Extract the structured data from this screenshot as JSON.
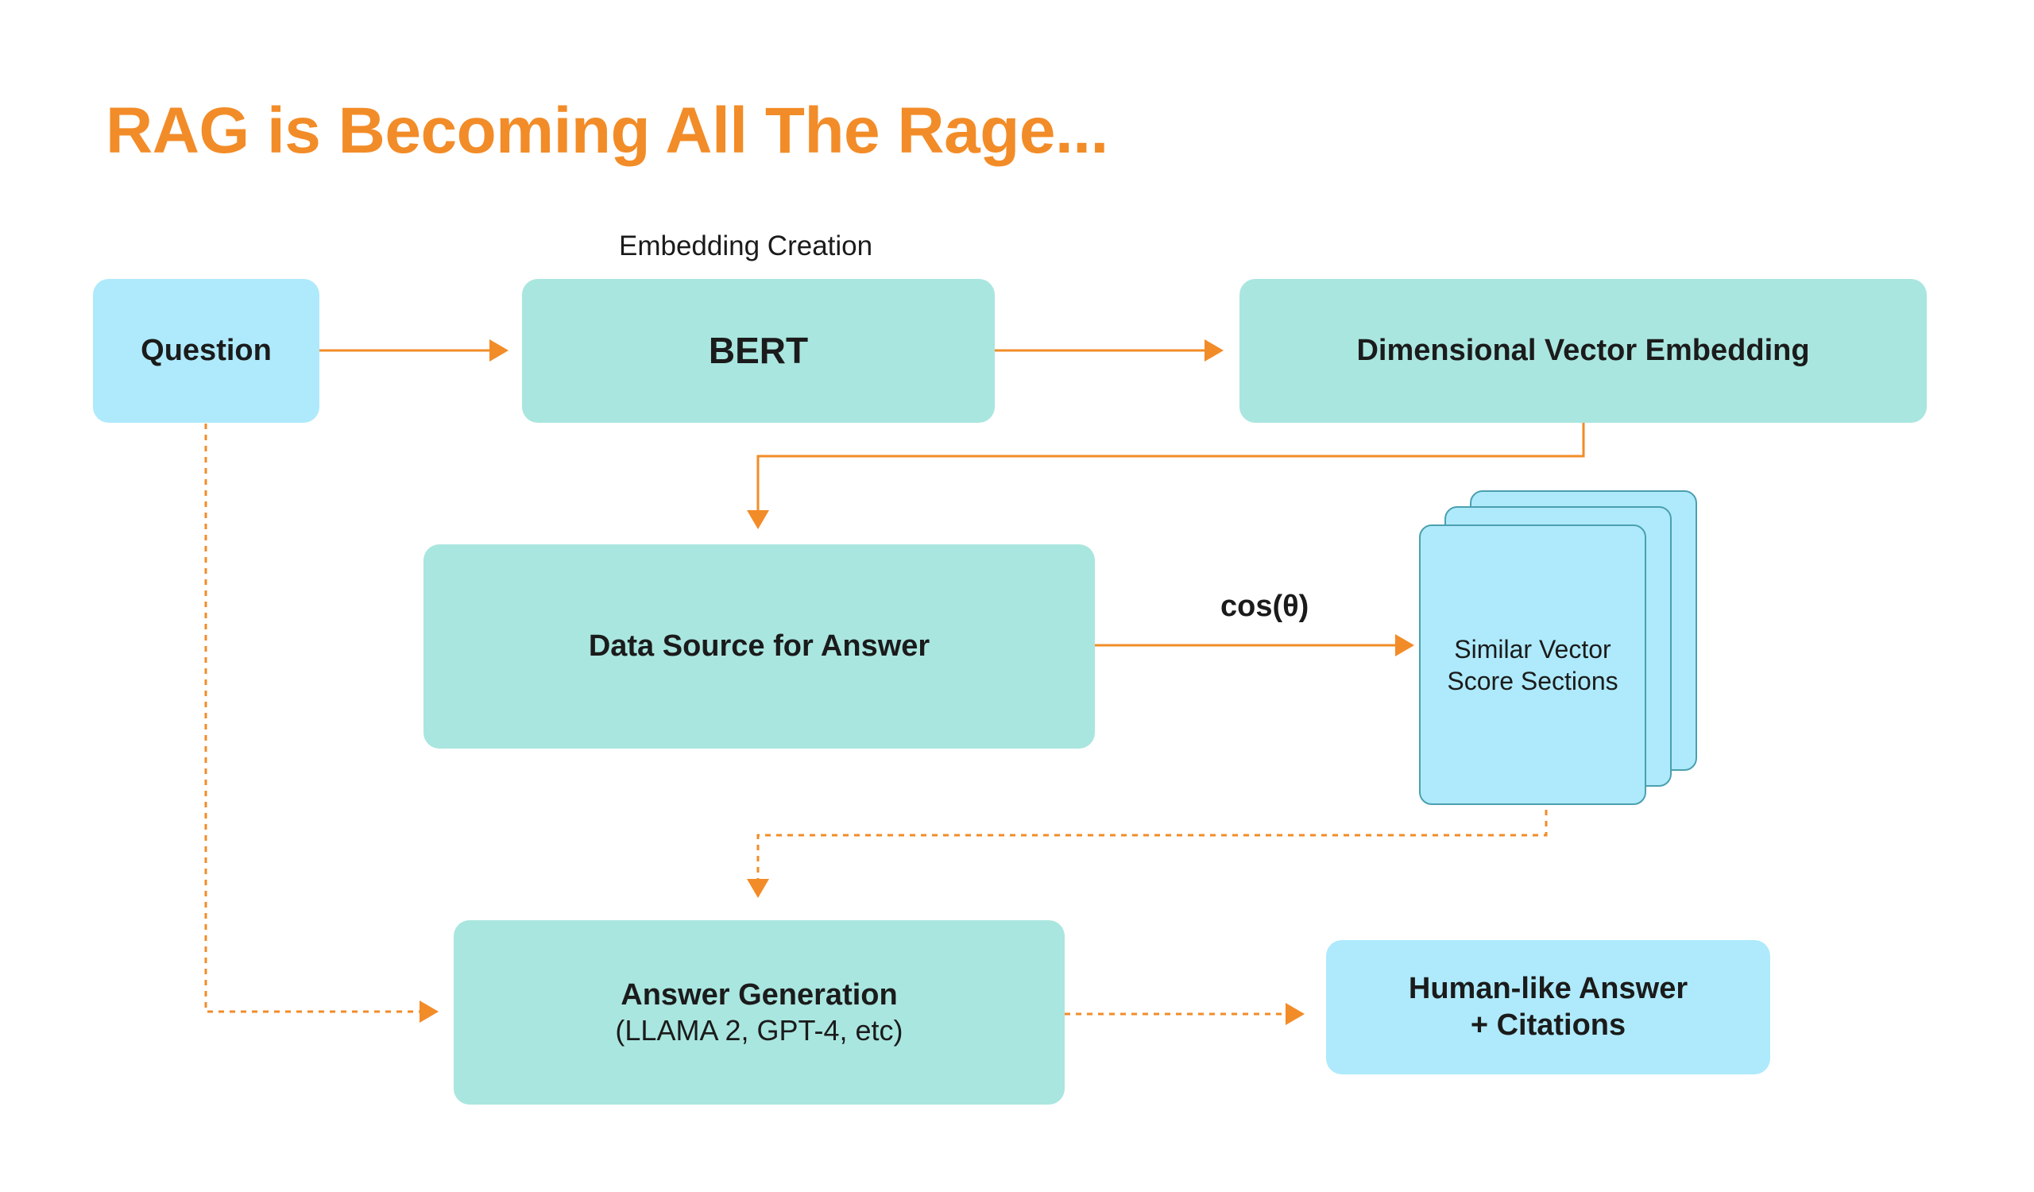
{
  "title": "RAG is Becoming All The Rage...",
  "nodes": {
    "question": {
      "label": "Question"
    },
    "embedding_creation_caption": "Embedding Creation",
    "bert": {
      "label": "BERT"
    },
    "vector_embedding": {
      "label": "Dimensional Vector Embedding"
    },
    "data_source": {
      "label": "Data Source for Answer"
    },
    "cosine": {
      "label": "cos(θ)"
    },
    "similar_sections": {
      "label": "Similar Vector\nScore Sections"
    },
    "answer_generation": {
      "label": "Answer Generation",
      "sublabel": "(LLAMA 2, GPT-4, etc)"
    },
    "human_answer": {
      "line1": "Human-like Answer",
      "line2": "+ Citations"
    }
  },
  "colors": {
    "accent": "#f28c28",
    "teal_box": "#a9e6df",
    "blue_box": "#aeeafb",
    "card_border": "#4aa0b0",
    "text": "#1b1b1b"
  }
}
